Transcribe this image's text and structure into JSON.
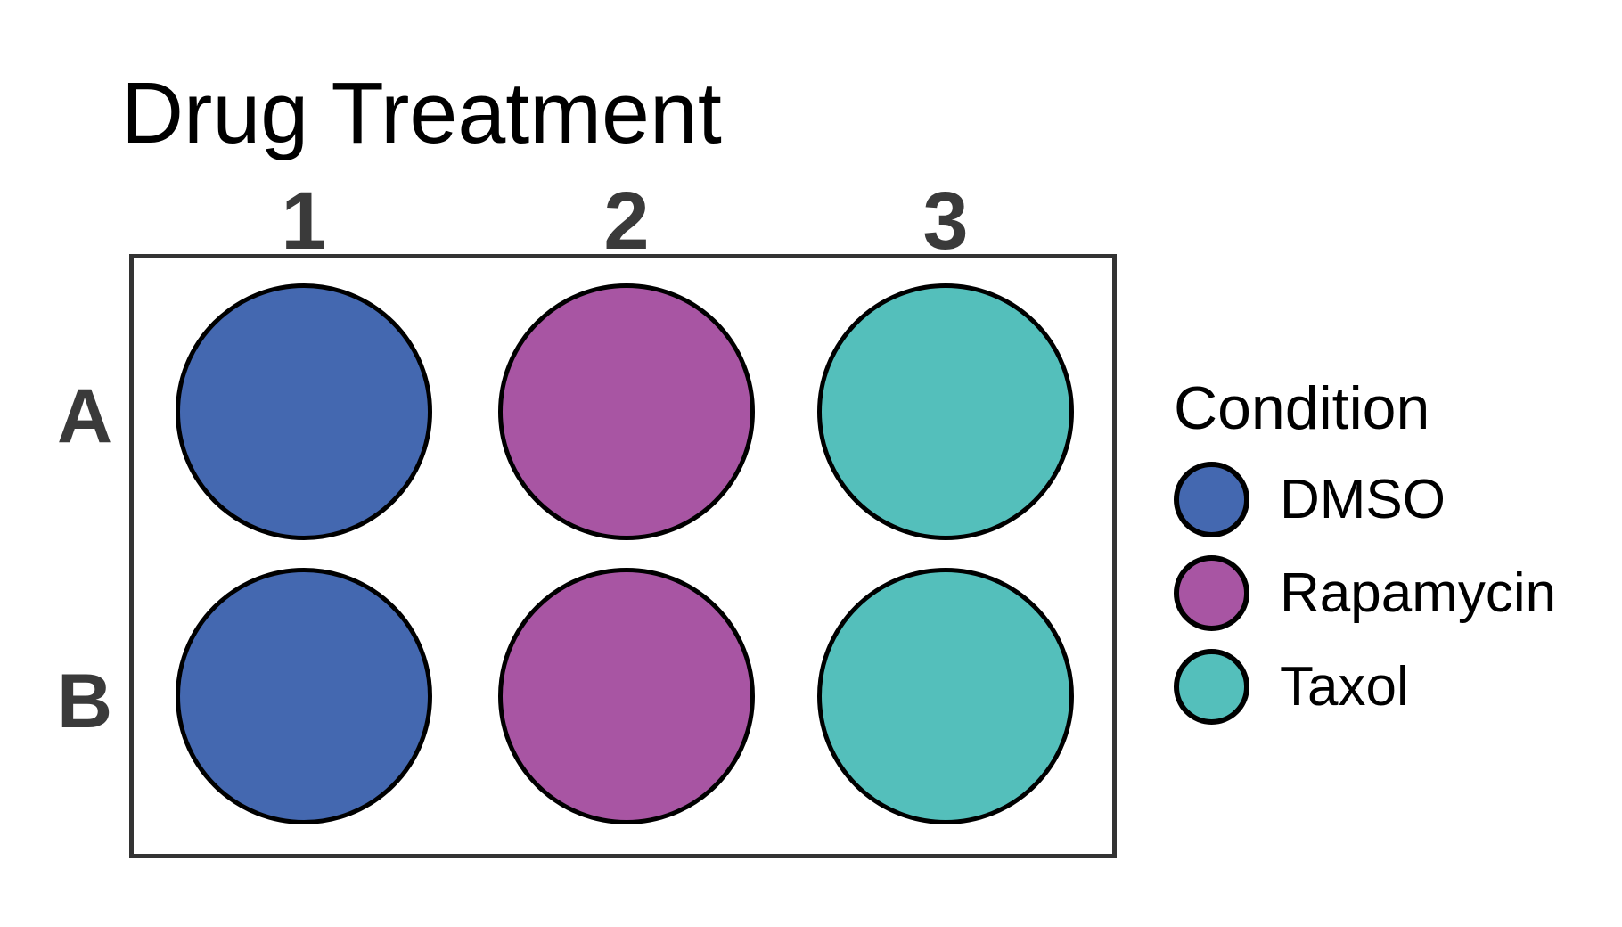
{
  "figure": {
    "title": "Drug Treatment"
  },
  "plate": {
    "column_labels": [
      "1",
      "2",
      "3"
    ],
    "row_labels": [
      "A",
      "B"
    ],
    "wells": [
      {
        "id": "A1",
        "row": "A",
        "column": "1",
        "condition": "DMSO",
        "color": "#4468B0"
      },
      {
        "id": "A2",
        "row": "A",
        "column": "2",
        "condition": "Rapamycin",
        "color": "#A855A3"
      },
      {
        "id": "A3",
        "row": "A",
        "column": "3",
        "condition": "Taxol",
        "color": "#54BFBB"
      },
      {
        "id": "B1",
        "row": "B",
        "column": "1",
        "condition": "DMSO",
        "color": "#4468B0"
      },
      {
        "id": "B2",
        "row": "B",
        "column": "2",
        "condition": "Rapamycin",
        "color": "#A855A3"
      },
      {
        "id": "B3",
        "row": "B",
        "column": "3",
        "condition": "Taxol",
        "color": "#54BFBB"
      }
    ]
  },
  "legend": {
    "title": "Condition",
    "items": [
      {
        "label": "DMSO",
        "color": "#4468B0"
      },
      {
        "label": "Rapamycin",
        "color": "#A855A3"
      },
      {
        "label": "Taxol",
        "color": "#54BFBB"
      }
    ]
  },
  "chart_data": {
    "type": "heatmap",
    "title": "Drug Treatment",
    "x_categories": [
      "1",
      "2",
      "3"
    ],
    "y_categories": [
      "A",
      "B"
    ],
    "values": [
      [
        "DMSO",
        "Rapamycin",
        "Taxol"
      ],
      [
        "DMSO",
        "Rapamycin",
        "Taxol"
      ]
    ],
    "legend_title": "Condition",
    "legend_entries": [
      {
        "label": "DMSO",
        "color": "#4468B0"
      },
      {
        "label": "Rapamycin",
        "color": "#A855A3"
      },
      {
        "label": "Taxol",
        "color": "#54BFBB"
      }
    ],
    "legend_position": "right",
    "grid": false,
    "notes": "2x3 well-plate map; rows A-B, columns 1-3; well fill color encodes drug condition"
  },
  "colors": {
    "well_blue": "#4468B0",
    "well_purple": "#A855A3",
    "well_teal": "#54BFBB",
    "axis_label_gray": "#3A3A3A",
    "outline_black": "#000000",
    "plate_border": "#333333",
    "background": "#FFFFFF"
  }
}
